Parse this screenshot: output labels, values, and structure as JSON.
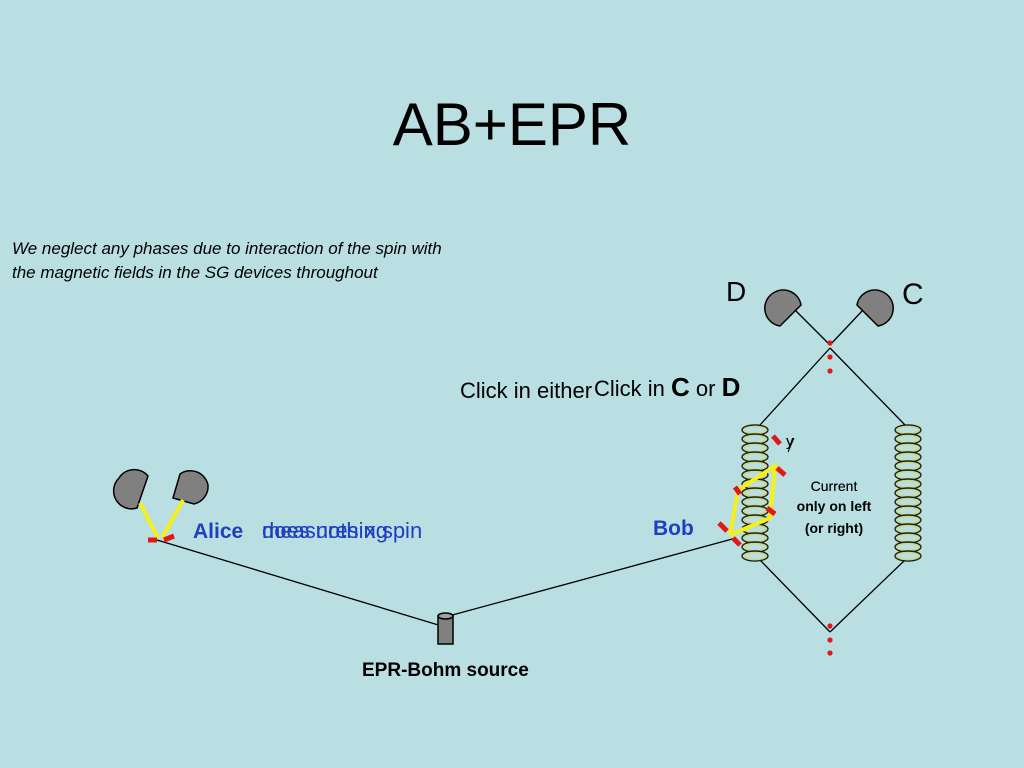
{
  "title": "AB+EPR",
  "note": "We neglect any phases due to interaction of the spin with the magnetic fields in the SG devices throughout",
  "detectors": {
    "d": "D",
    "c": "C"
  },
  "instruction": {
    "back_text": "Click in either",
    "front_prefix": "Click in ",
    "front_c": "C",
    "front_mid": " or ",
    "front_d": "D"
  },
  "alice": {
    "label": "Alice",
    "overlap_a": "measures x spin",
    "overlap_b": "does nothing"
  },
  "bob": {
    "label": "Bob"
  },
  "source": {
    "label": "EPR-Bohm source"
  },
  "current": {
    "back_a": "Current",
    "back_b": "Current",
    "overlap": "only on left",
    "suffix": "(or right)"
  },
  "y_axis_letter": "y",
  "colors": {
    "background": "#b9dfe3",
    "detector": "#808080",
    "yellow": "#f5ef1c",
    "red": "#e01818",
    "coil": "#c8d88a",
    "blue_text": "#1f3fbf"
  }
}
